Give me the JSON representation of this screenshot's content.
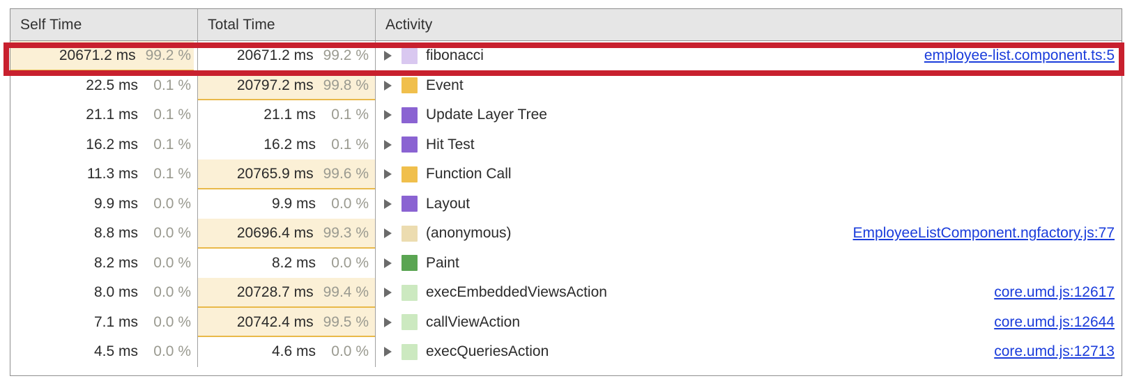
{
  "panel": {
    "name": "Bottom-Up performance profile table",
    "highlight_color": "#c8202e",
    "link_color": "#1a3cdb",
    "bar_fill": "#fbf0d6",
    "bar_border": "#e9b949"
  },
  "table": {
    "columns": [
      {
        "key": "self",
        "label": "Self Time"
      },
      {
        "key": "total",
        "label": "Total Time"
      },
      {
        "key": "act",
        "label": "Activity"
      }
    ],
    "rows": [
      {
        "self_ms": "20671.2 ms",
        "self_pct": "99.2 %",
        "self_bar": 98,
        "total_ms": "20671.2 ms",
        "total_pct": "99.2 %",
        "total_bar": 0,
        "expander": "disclosure-triangle-right",
        "swatch_color": "#d9c8f0",
        "swatch_dotted": true,
        "activity": "fibonacci",
        "source": "employee-list.component.ts:5",
        "highlighted": true
      },
      {
        "self_ms": "22.5 ms",
        "self_pct": "0.1 %",
        "self_bar": 0,
        "total_ms": "20797.2 ms",
        "total_pct": "99.8 %",
        "total_bar": 100,
        "expander": "disclosure-triangle-right",
        "swatch_color": "#f0bf4c",
        "swatch_dotted": true,
        "activity": "Event",
        "source": "",
        "highlighted": false
      },
      {
        "self_ms": "21.1 ms",
        "self_pct": "0.1 %",
        "self_bar": 0,
        "total_ms": "21.1 ms",
        "total_pct": "0.1 %",
        "total_bar": 0,
        "expander": "disclosure-triangle-right",
        "swatch_color": "#8a63d2",
        "swatch_dotted": false,
        "activity": "Update Layer Tree",
        "source": "",
        "highlighted": false
      },
      {
        "self_ms": "16.2 ms",
        "self_pct": "0.1 %",
        "self_bar": 0,
        "total_ms": "16.2 ms",
        "total_pct": "0.1 %",
        "total_bar": 0,
        "expander": "disclosure-triangle-right",
        "swatch_color": "#8a63d2",
        "swatch_dotted": false,
        "activity": "Hit Test",
        "source": "",
        "highlighted": false
      },
      {
        "self_ms": "11.3 ms",
        "self_pct": "0.1 %",
        "self_bar": 0,
        "total_ms": "20765.9 ms",
        "total_pct": "99.6 %",
        "total_bar": 100,
        "expander": "disclosure-triangle-right",
        "swatch_color": "#f0bf4c",
        "swatch_dotted": true,
        "activity": "Function Call",
        "source": "",
        "highlighted": false
      },
      {
        "self_ms": "9.9 ms",
        "self_pct": "0.0 %",
        "self_bar": 0,
        "total_ms": "9.9 ms",
        "total_pct": "0.0 %",
        "total_bar": 0,
        "expander": "disclosure-triangle-right",
        "swatch_color": "#8a63d2",
        "swatch_dotted": false,
        "activity": "Layout",
        "source": "",
        "highlighted": false
      },
      {
        "self_ms": "8.8 ms",
        "self_pct": "0.0 %",
        "self_bar": 0,
        "total_ms": "20696.4 ms",
        "total_pct": "99.3 %",
        "total_bar": 100,
        "expander": "disclosure-triangle-right",
        "swatch_color": "#ecdcb0",
        "swatch_dotted": true,
        "activity": "(anonymous)",
        "source": "EmployeeListComponent.ngfactory.js:77",
        "highlighted": false
      },
      {
        "self_ms": "8.2 ms",
        "self_pct": "0.0 %",
        "self_bar": 0,
        "total_ms": "8.2 ms",
        "total_pct": "0.0 %",
        "total_bar": 0,
        "expander": "disclosure-triangle-right",
        "swatch_color": "#5aa552",
        "swatch_dotted": false,
        "activity": "Paint",
        "source": "",
        "highlighted": false
      },
      {
        "self_ms": "8.0 ms",
        "self_pct": "0.0 %",
        "self_bar": 0,
        "total_ms": "20728.7 ms",
        "total_pct": "99.4 %",
        "total_bar": 100,
        "expander": "disclosure-triangle-right",
        "swatch_color": "#cce9c0",
        "swatch_dotted": true,
        "activity": "execEmbeddedViewsAction",
        "source": "core.umd.js:12617",
        "highlighted": false
      },
      {
        "self_ms": "7.1 ms",
        "self_pct": "0.0 %",
        "self_bar": 0,
        "total_ms": "20742.4 ms",
        "total_pct": "99.5 %",
        "total_bar": 100,
        "expander": "disclosure-triangle-right",
        "swatch_color": "#cce9c0",
        "swatch_dotted": true,
        "activity": "callViewAction",
        "source": "core.umd.js:12644",
        "highlighted": false
      },
      {
        "self_ms": "4.5 ms",
        "self_pct": "0.0 %",
        "self_bar": 0,
        "total_ms": "4.6 ms",
        "total_pct": "0.0 %",
        "total_bar": 0,
        "expander": "disclosure-triangle-right",
        "swatch_color": "#cce9c0",
        "swatch_dotted": true,
        "activity": "execQueriesAction",
        "source": "core.umd.js:12713",
        "highlighted": false
      }
    ]
  }
}
